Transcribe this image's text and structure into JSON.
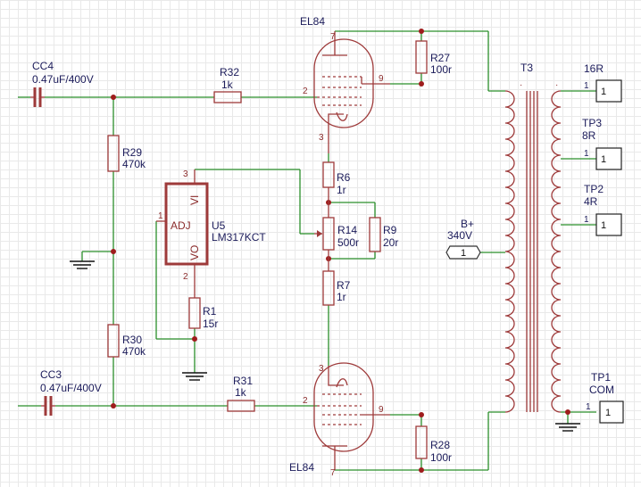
{
  "labels": {
    "cc4_ref": "CC4",
    "cc4_val": "0.47uF/400V",
    "cc3_ref": "CC3",
    "cc3_val": "0.47uF/400V",
    "r32_ref": "R32",
    "r32_val": "1k",
    "r31_ref": "R31",
    "r31_val": "1k",
    "r29_ref": "R29",
    "r29_val": "470k",
    "r30_ref": "R30",
    "r30_val": "470k",
    "u5_ref": "U5",
    "u5_val": "LM317KCT",
    "u5_adj": "ADJ",
    "u5_vi": "VI",
    "u5_vo": "VO",
    "r1_ref": "R1",
    "r1_val": "15r",
    "r6_ref": "R6",
    "r6_val": "1r",
    "r14_ref": "R14",
    "r14_val": "500r",
    "r9_ref": "R9",
    "r9_val": "20r",
    "r7_ref": "R7",
    "r7_val": "1r",
    "r27_ref": "R27",
    "r27_val": "100r",
    "r28_ref": "R28",
    "r28_val": "100r",
    "v1_ref": "EL84",
    "v2_ref": "EL84",
    "t3_ref": "T3",
    "bplus_name": "B+",
    "bplus_val": "340V",
    "tap_16r": "16R",
    "tp3_ref": "TP3",
    "tp3_val": "8R",
    "tp2_ref": "TP2",
    "tp2_val": "4R",
    "tp1_ref": "TP1",
    "tp1_val": "COM"
  },
  "pins": {
    "u5_pin1": "1",
    "u5_pin2": "2",
    "u5_pin3": "3",
    "v1_grid": "2",
    "v1_cathode": "3",
    "v1_anode": "7",
    "v1_screen": "9",
    "v2_grid": "2",
    "v2_cathode": "3",
    "v2_anode": "7",
    "v2_screen": "9",
    "port_pin": "1",
    "port_num": "1"
  },
  "colors": {
    "wire": "#2b8f2b",
    "part": "#9e3a3a",
    "junction": "#9e1c1c",
    "label": "#1b1b5a"
  }
}
